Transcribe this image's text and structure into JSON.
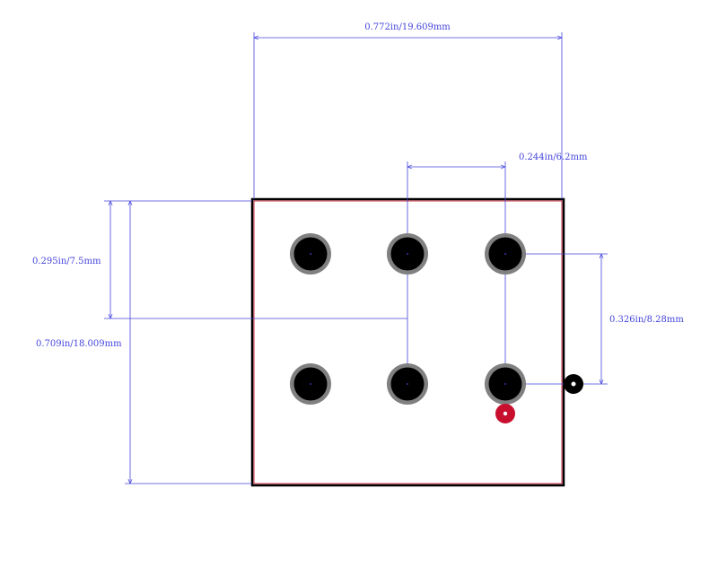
{
  "colors": {
    "background": "#ffffff",
    "dimension": "#4444dd",
    "outline": "#000000",
    "courtyard": "#cc3344",
    "pad_ring": "#808080",
    "pad_fill": "#000000",
    "pin1_marker": "#c8102e"
  },
  "dimensions": {
    "overall_width": "0.772in/19.609mm",
    "pitch_x": "0.244in/6.2mm",
    "pitch_y": "0.295in/7.5mm",
    "overall_height": "0.709in/18.009mm",
    "row_spacing": "0.326in/8.28mm"
  },
  "pads": [
    {
      "row": 1,
      "col": 1
    },
    {
      "row": 1,
      "col": 2
    },
    {
      "row": 1,
      "col": 3
    },
    {
      "row": 2,
      "col": 1
    },
    {
      "row": 2,
      "col": 2
    },
    {
      "row": 2,
      "col": 3
    }
  ],
  "markers": {
    "pin1": "pin-1-marker",
    "origin": "origin-marker"
  }
}
